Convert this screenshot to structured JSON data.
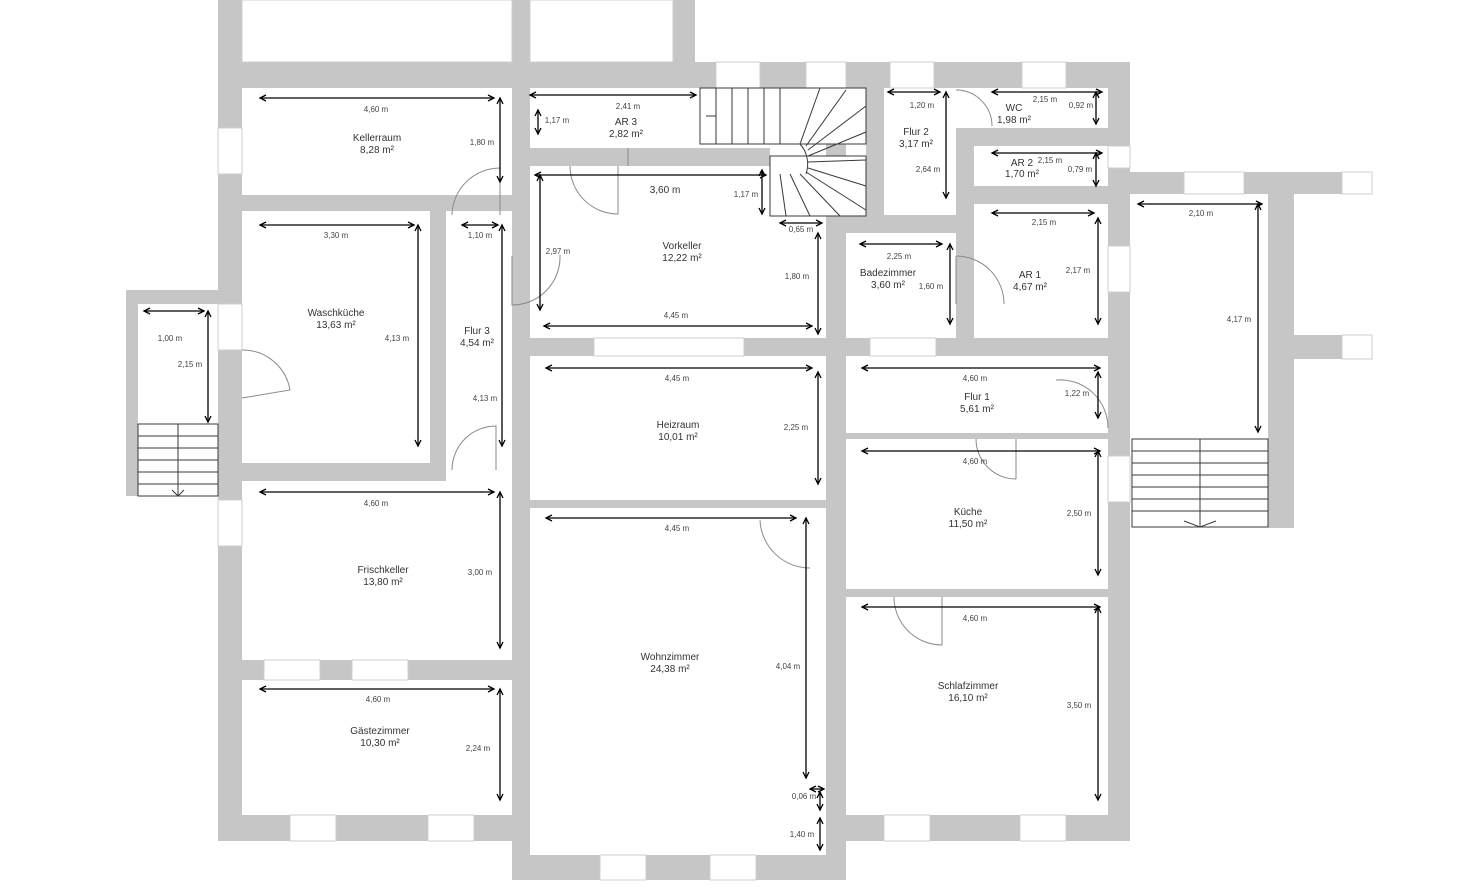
{
  "colors": {
    "wall": "#c6c6c6",
    "floor": "#ffffff",
    "line": "#000000"
  },
  "rooms": {
    "kellerraum": {
      "name": "Kellerraum",
      "area": "8,28 m²"
    },
    "ar3": {
      "name": "AR 3",
      "area": "2,82 m²"
    },
    "flur2": {
      "name": "Flur 2",
      "area": "3,17 m²"
    },
    "wc": {
      "name": "WC",
      "area": "1,98 m²"
    },
    "ar2": {
      "name": "AR 2",
      "area": "1,70 m²"
    },
    "vorkeller": {
      "name": "Vorkeller",
      "area": "12,22 m²"
    },
    "badezimmer": {
      "name": "Badezimmer",
      "area": "3,60 m²"
    },
    "ar1": {
      "name": "AR 1",
      "area": "4,67 m²"
    },
    "waschkueche": {
      "name": "Waschküche",
      "area": "13,63 m²"
    },
    "flur3": {
      "name": "Flur 3",
      "area": "4,54 m²"
    },
    "heizraum": {
      "name": "Heizraum",
      "area": "10,01 m²"
    },
    "flur1": {
      "name": "Flur 1",
      "area": "5,61 m²"
    },
    "frischkeller": {
      "name": "Frischkeller",
      "area": "13,80 m²"
    },
    "kueche": {
      "name": "Küche",
      "area": "11,50 m²"
    },
    "wohnzimmer": {
      "name": "Wohnzimmer",
      "area": "24,38 m²"
    },
    "schlafzimmer": {
      "name": "Schlafzimmer",
      "area": "16,10 m²"
    },
    "gaestezimmer": {
      "name": "Gästezimmer",
      "area": "10,30 m²"
    }
  },
  "dims": {
    "keller_w": "4,60 m",
    "keller_h": "1,80 m",
    "ar3_w": "2,41 m",
    "ar3_h": "1,17 m",
    "flur2_w": "1,20 m",
    "flur2_h": "2,64 m",
    "wc_w": "2,15 m",
    "wc_h": "0,92 m",
    "ar2_w": "2,15 m",
    "ar2_h": "0,79 m",
    "vork_w1": "3,60 m",
    "vork_h1": "1,17 m",
    "vork_s": "0,65 m",
    "vork_h2": "2,97 m",
    "vork_h3": "1,80 m",
    "vork_w2": "4,45 m",
    "bad_w": "2,25 m",
    "bad_h": "1,60 m",
    "ar1_w": "2,15 m",
    "ar1_h": "2,17 m",
    "east_w": "2,10 m",
    "east_h": "4,17 m",
    "flur3_w": "1,10 m",
    "flur3_h": "4,13 m",
    "wasch_w": "3,30 m",
    "wasch_h": "4,13 m",
    "ws_w": "1,00 m",
    "ws_h": "2,15 m",
    "heiz_w": "4,45 m",
    "heiz_h": "2,25 m",
    "flur1_w": "4,60 m",
    "flur1_h": "1,22 m",
    "frisch_w": "4,60 m",
    "frisch_h": "3,00 m",
    "kueche_w": "4,60 m",
    "kueche_h": "2,50 m",
    "wohn_w": "4,45 m",
    "wohn_h": "4,04 m",
    "wohn_s": "0,06 m",
    "wohn_h2": "1,40 m",
    "schlaf_w": "4,60 m",
    "schlaf_h": "3,50 m",
    "gaeste_w": "4,60 m",
    "gaeste_h": "2,24 m"
  }
}
